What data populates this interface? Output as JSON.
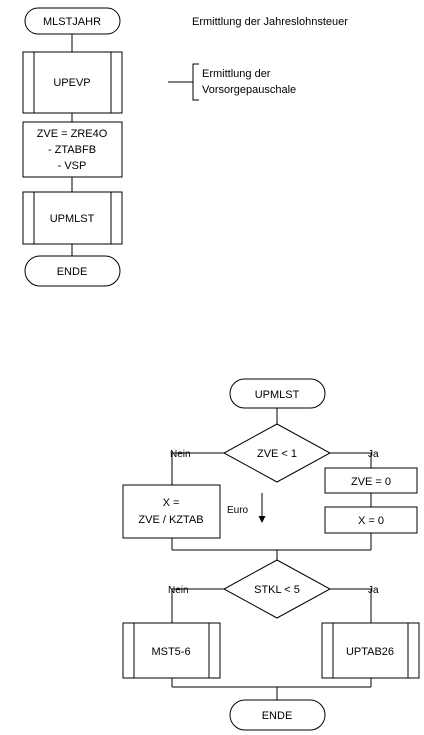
{
  "upper": {
    "start_label": "MLSTJAHR",
    "heading": "Ermittlung der Jahreslohnsteuer",
    "sub1_label": "UPEVP",
    "annotation_line1": "Ermittlung der",
    "annotation_line2": "Vorsorgepauschale",
    "process_line1": "ZVE = ZRE4O",
    "process_line2": "- ZTABFB",
    "process_line3": "- VSP",
    "sub2_label": "UPMLST",
    "end_label": "ENDE"
  },
  "lower": {
    "start_label": "UPMLST",
    "decision1_label": "ZVE < 1",
    "decision1_no": "Nein",
    "decision1_yes": "Ja",
    "no_box_line1": "X =",
    "no_box_line2": "ZVE / KZTAB",
    "unit_note": "Euro",
    "yes_box1_label": "ZVE = 0",
    "yes_box2_label": "X = 0",
    "decision2_label": "STKL < 5",
    "decision2_no": "Nein",
    "decision2_yes": "Ja",
    "sub_left_label": "MST5-6",
    "sub_right_label": "UPTAB26",
    "end_label": "ENDE"
  }
}
